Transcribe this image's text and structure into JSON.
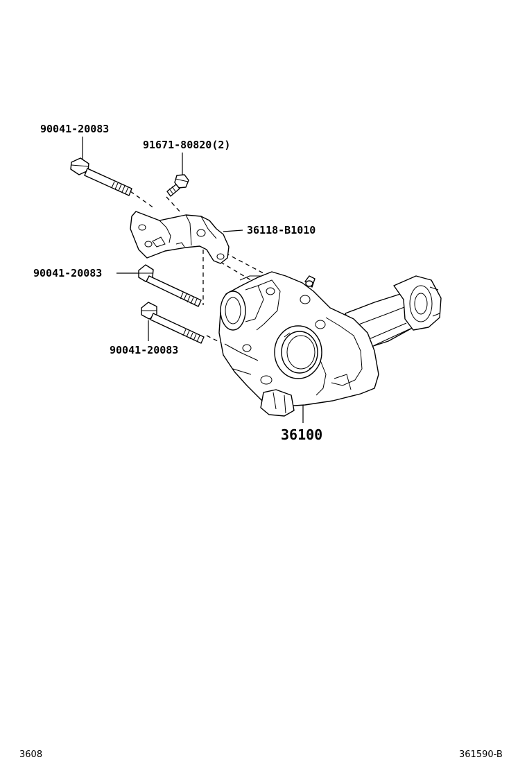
{
  "callouts": {
    "bolt_top": "90041-20083",
    "bolt_small": "91671-80820(2)",
    "bracket": "36118-B1010",
    "bolt_middle": "90041-20083",
    "bolt_lower": "90041-20083",
    "transfer_assembly": "36100"
  },
  "footer": {
    "left_code": "3608",
    "right_code": "361590-B"
  }
}
